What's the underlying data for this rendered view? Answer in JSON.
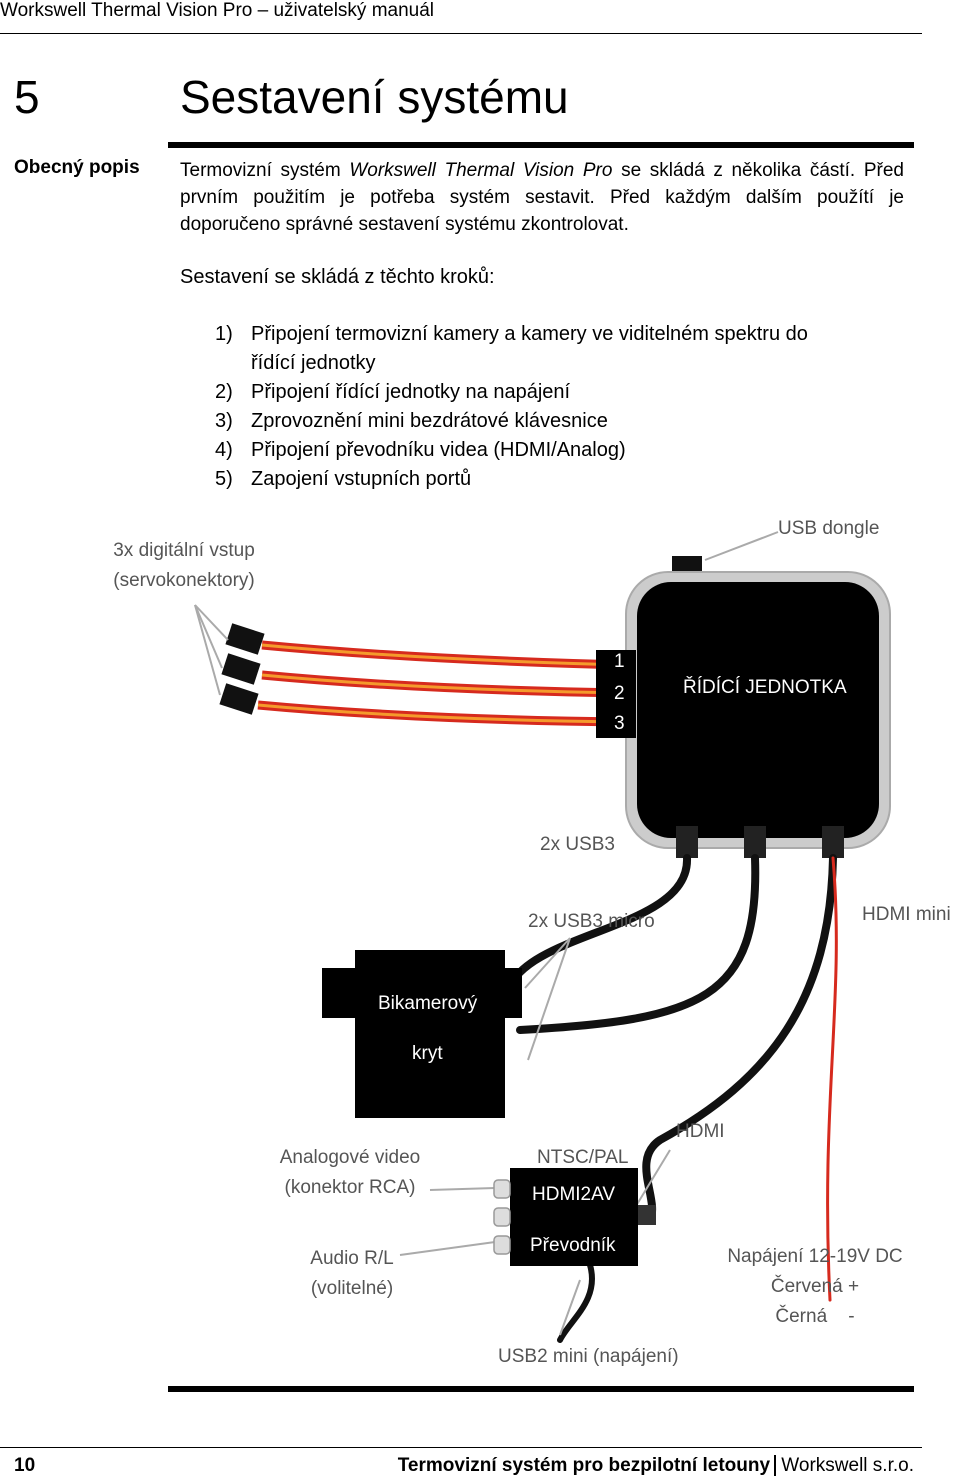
{
  "header": {
    "running_title": "Workswell Thermal Vision Pro – uživatelský manuál"
  },
  "chapter": {
    "number": "5",
    "title": "Sestavení systému"
  },
  "section": {
    "label": "Obecný popis"
  },
  "intro": {
    "line1a": "Termovizní systém ",
    "line1_italic": "Workswell Thermal Vision Pro",
    "line1b": " se skládá z několika částí. Před",
    "line2": "prvním použitím je potřeba systém sestavit. Před každým dalším použítí je",
    "line3": "doporučeno správné sestavení systému zkontrolovat."
  },
  "steps_intro": "Sestavení se skládá z těchto kroků:",
  "steps": [
    {
      "num": "1)",
      "line1": "Připojení termovizní kamery a kamery ve viditelném spektru do",
      "line2": "řídící jednotky"
    },
    {
      "num": "2)",
      "line1": "Připojení řídící jednotky na napájení",
      "line2": ""
    },
    {
      "num": "3)",
      "line1": "Zprovoznění mini bezdrátové klávesnice",
      "line2": ""
    },
    {
      "num": "4)",
      "line1": "Připojení převodníku videa (HDMI/Analog)",
      "line2": ""
    },
    {
      "num": "5)",
      "line1": "Zapojení vstupních portů",
      "line2": ""
    }
  ],
  "diagram": {
    "digital_inputs_1": "3x digitální vstup",
    "digital_inputs_2": "(servokonektory)",
    "usb_dongle": "USB dongle",
    "port_1": "1",
    "port_2": "2",
    "port_3": "3",
    "control_unit": "ŘÍDÍCÍ JEDNOTKA",
    "usb3": "2x USB3",
    "usb3_micro": "2x USB3 micro",
    "hdmi_mini": "HDMI mini",
    "camera_housing_1": "Bikamerový",
    "camera_housing_2": "kryt",
    "analog_video_1": "Analogové video",
    "analog_video_2": "(konektor RCA)",
    "ntsc_pal": "NTSC/PAL",
    "hdmi": "HDMI",
    "hdmi2av": "HDMI2AV",
    "converter": "Převodník",
    "audio_1": "Audio R/L",
    "audio_2": "(volitelné)",
    "power_1": "Napájení 12-19V DC",
    "power_2": "Červená +",
    "power_3": "Černá    -",
    "usb2_mini": "USB2 mini (napájení)"
  },
  "footer": {
    "page_number": "10",
    "doc_title": "Termovizní systém pro bezpilotní letouny",
    "company": " Workswell s.r.o."
  }
}
